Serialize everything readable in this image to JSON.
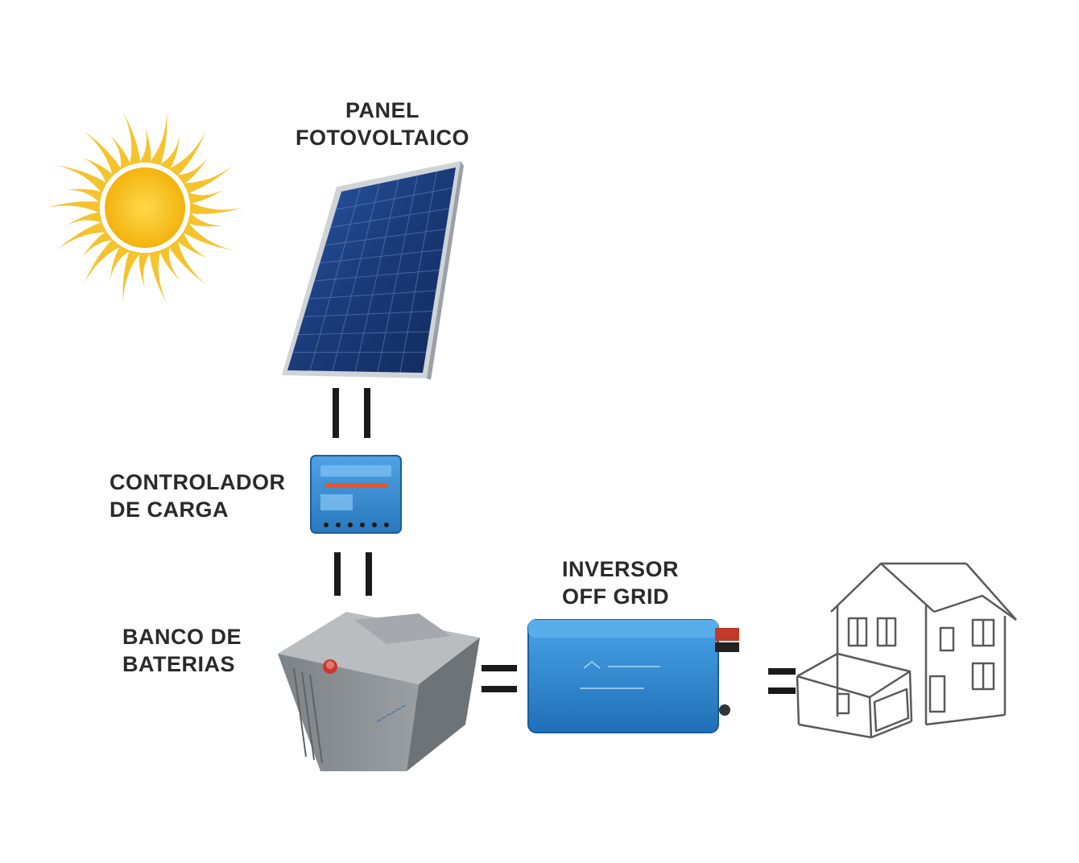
{
  "labels": {
    "panel": [
      "PANEL",
      "FOTOVOLTAICO"
    ],
    "controller": [
      "CONTROLADOR",
      "DE CARGA"
    ],
    "battery": [
      "BANCO DE",
      "BATERIAS"
    ],
    "inverter": [
      "INVERSOR",
      "OFF GRID"
    ]
  },
  "colors": {
    "sun_core": "#f7c21b",
    "sun_rays": "#f5c32c",
    "panel_cell": "#1d3f7a",
    "panel_frame": "#c9ccd1",
    "controller_body": "#3b8fd4",
    "battery_body": "#8a8f93",
    "inverter_body": "#2f86d0",
    "connector": "#1a1a1a",
    "house_line": "#5a5a5a"
  },
  "icons": {
    "sun": "sun-icon",
    "panel": "solar-panel-icon",
    "controller": "charge-controller-icon",
    "battery": "battery-icon",
    "inverter": "inverter-icon",
    "house": "house-icon"
  }
}
